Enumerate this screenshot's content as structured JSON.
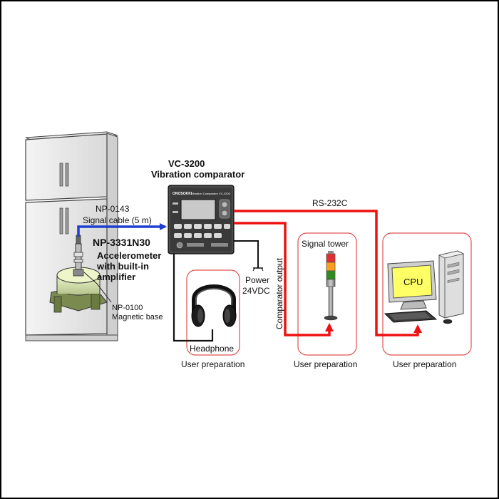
{
  "colors": {
    "signal_blue": "#1e3fd0",
    "output_red": "#ee1111",
    "box_red": "#e05050",
    "border": "#000000",
    "device_body": "#3a3a3a"
  },
  "device": {
    "model": "VC-3200",
    "name": "Vibration comparator",
    "panel_brand": "ONOSOKKI",
    "panel_title": "Vibration Comparator VC-3200"
  },
  "cable": {
    "model": "NP-0143",
    "desc": "Signal cable (5 m)"
  },
  "accelerometer": {
    "model": "NP-3331N30",
    "line1": "Accelerometer",
    "line2": "with built-in",
    "line3": "amplifier"
  },
  "base": {
    "model": "NP-0100",
    "desc": "Magnetic base"
  },
  "power": {
    "line1": "Power",
    "line2": "24VDC"
  },
  "comparator_output": "Comparator output",
  "rs232c": "RS-232C",
  "headphone": {
    "label": "Headphone",
    "caption": "User preparation"
  },
  "signal_tower": {
    "label": "Signal tower",
    "caption": "User preparation"
  },
  "computer": {
    "screen_label": "CPU",
    "caption": "User preparation"
  }
}
